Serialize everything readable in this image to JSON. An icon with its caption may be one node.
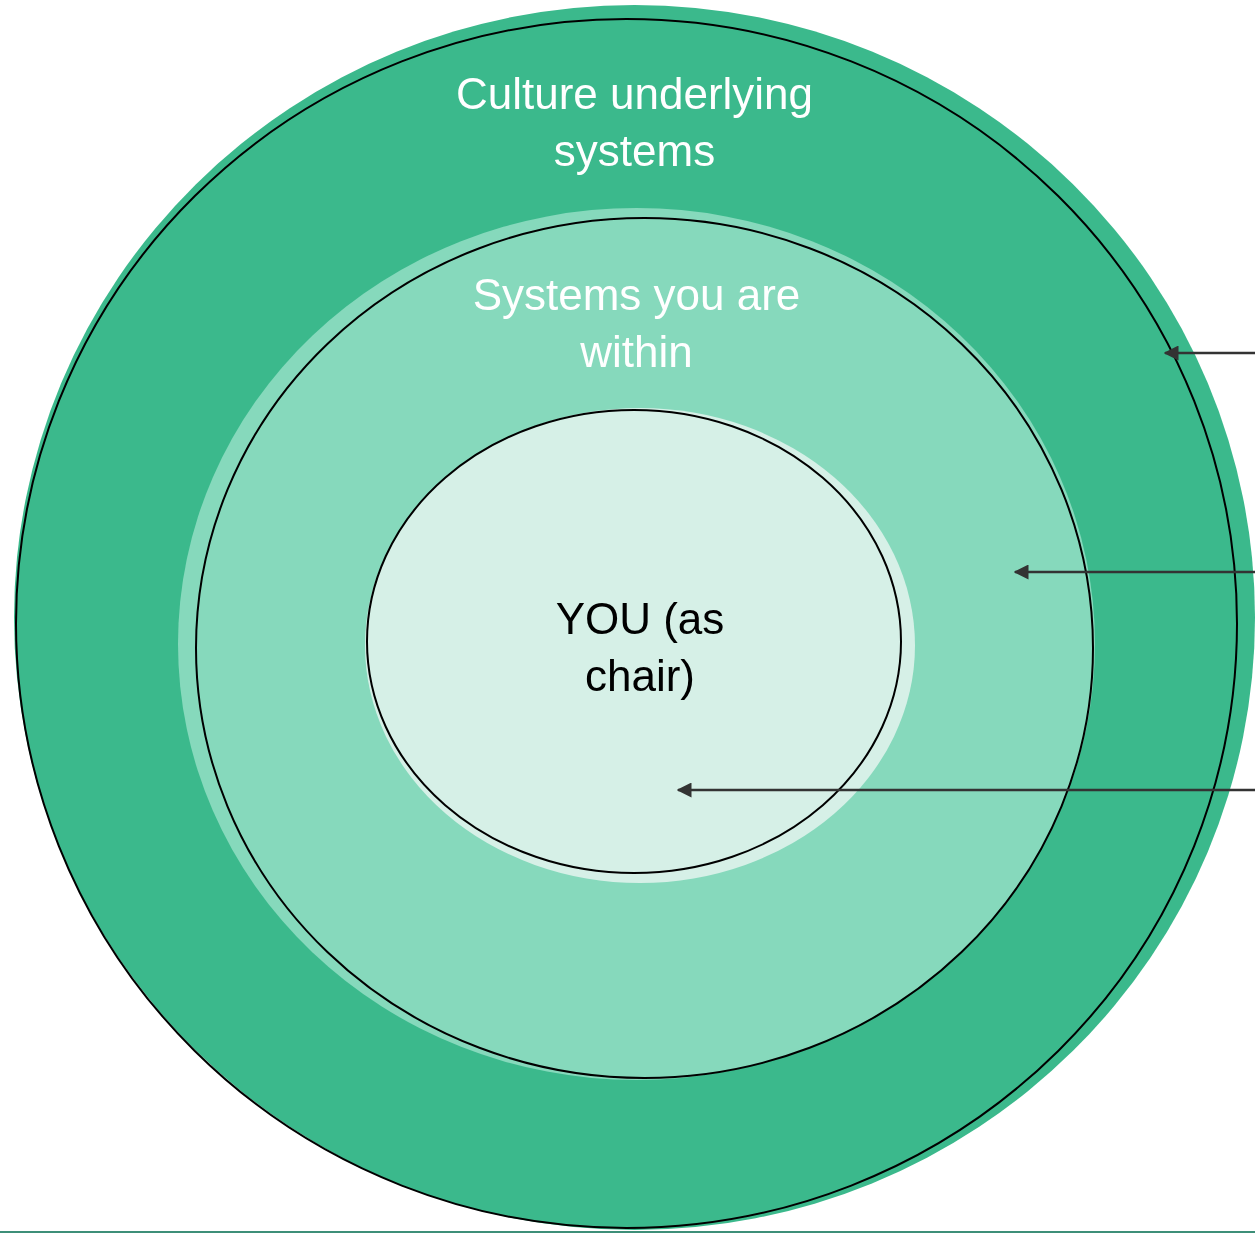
{
  "diagram": {
    "nodes": [
      {
        "text": [
          "Culture underlying systems"
        ]
      },
      {
        "text": [
          "Systems you are within"
        ],
        "in": 0
      },
      {
        "text": [
          "YOU (as chair)"
        ],
        "in": 1
      }
    ],
    "edges": [
      {
        "from": null,
        "to": 0,
        "arrow": "to"
      },
      {
        "from": null,
        "to": 1,
        "arrow": "to"
      },
      {
        "from": null,
        "to": 2,
        "arrow": "to"
      }
    ]
  }
}
